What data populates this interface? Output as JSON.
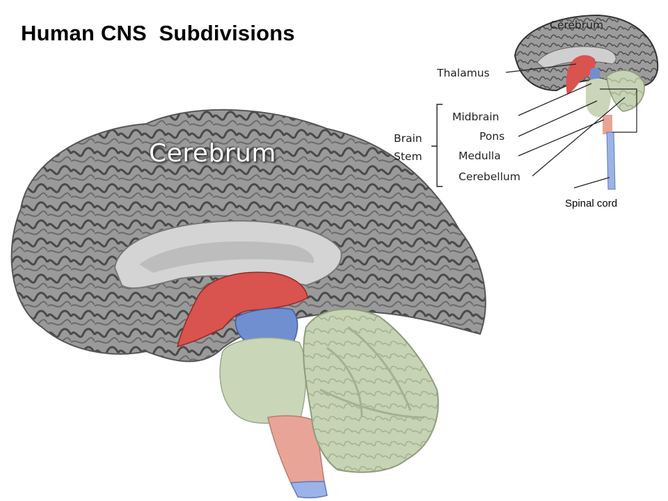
{
  "title": "Human CNS  Subdivisions",
  "main_label": "Cerebrum",
  "inset": {
    "cerebrum": "Cerebrum",
    "thalamus": "Thalamus",
    "midbrain": "Midbrain",
    "pons": "Pons",
    "medulla": "Medulla",
    "cerebellum": "Cerebellum",
    "brain_stem_line1": "Brain",
    "brain_stem_line2": "Stem",
    "spinal_cord": "Spinal cord"
  },
  "colors": {
    "cerebrum": "#8c8c8c",
    "thalamus": "#d9534f",
    "midbrain": "#6f8fd0",
    "pons": "#c9d6b8",
    "medulla": "#e8a597",
    "cerebellum": "#c7d3b5",
    "spinal_cord": "#9bb3e6"
  }
}
